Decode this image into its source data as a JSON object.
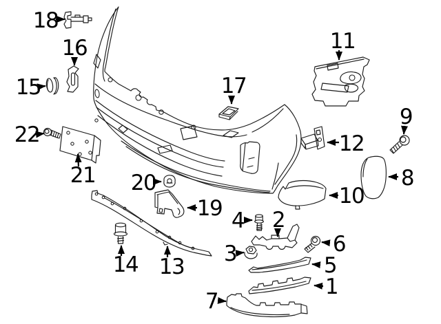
{
  "colors": {
    "background": "#ffffff",
    "line": "#1a1a1a",
    "callout_text": "#000000"
  },
  "labels": {
    "1": "1",
    "2": "2",
    "3": "3",
    "4": "4",
    "5": "5",
    "6": "6",
    "7": "7",
    "8": "8",
    "9": "9",
    "10": "10",
    "11": "11",
    "12": "12",
    "13": "13",
    "14": "14",
    "15": "15",
    "16": "16",
    "17": "17",
    "18": "18",
    "19": "19",
    "20": "20",
    "21": "21",
    "22": "22"
  }
}
